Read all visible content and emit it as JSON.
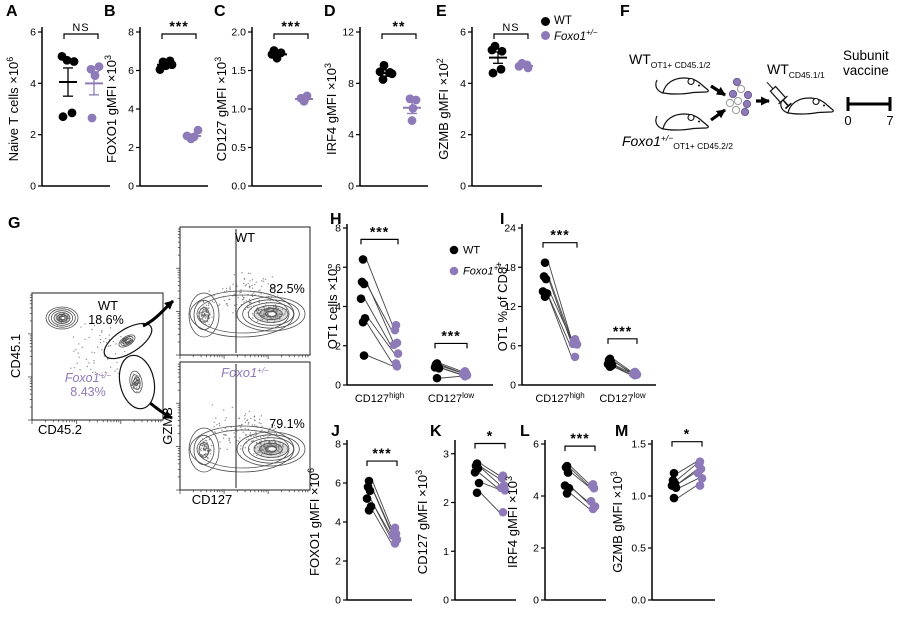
{
  "colors": {
    "purple": "#8e7ab8",
    "black": "#000000",
    "contour": "#4d4d4d",
    "grey_fill": "#969696"
  },
  "legend": {
    "wt": "WT",
    "foxo1": "Foxo1",
    "foxo1_sup": "+/−"
  },
  "panels_scatter": [
    {
      "id": "A",
      "ylabel": "Naive T cells",
      "exp": "6",
      "sig": "NS",
      "ymax": 6,
      "ticks": [
        {
          "v": 0,
          "t": "0"
        },
        {
          "v": 2,
          "t": "2"
        },
        {
          "v": 4,
          "t": "4"
        },
        {
          "v": 6,
          "t": "6"
        }
      ],
      "wt": {
        "v": [
          5.05,
          4.9,
          4.85,
          2.85,
          2.7
        ],
        "dx": [
          -6,
          -1,
          6,
          4,
          -5
        ],
        "mean": 4.05,
        "err": 0.55
      },
      "ko": {
        "v": [
          4.65,
          4.55,
          4.3,
          2.65
        ],
        "dx": [
          5,
          -3,
          1,
          -2
        ],
        "mean": 4.0,
        "err": 0.45
      }
    },
    {
      "id": "B",
      "ylabel": "FOXO1 gMFI",
      "exp": "3",
      "sig": "***",
      "ymax": 8,
      "ticks": [
        {
          "v": 0,
          "t": "0"
        },
        {
          "v": 2,
          "t": "2"
        },
        {
          "v": 4,
          "t": "4"
        },
        {
          "v": 6,
          "t": "6"
        },
        {
          "v": 8,
          "t": "8"
        }
      ],
      "wt": {
        "v": [
          6.5,
          6.45,
          6.3,
          6.25,
          6.05
        ],
        "dx": [
          4,
          -3,
          6,
          0,
          -6
        ],
        "mean": 6.3,
        "err": 0.09
      },
      "ko": {
        "v": [
          2.9,
          2.6,
          2.55,
          2.45
        ],
        "dx": [
          6,
          -5,
          2,
          -1
        ],
        "mean": 2.6,
        "err": 0.1
      }
    },
    {
      "id": "C",
      "ylabel": "CD127 gMFI",
      "exp": "3",
      "sig": "***",
      "ymax": 2.0,
      "ticks": [
        {
          "v": 0,
          "t": "0.0"
        },
        {
          "v": 0.5,
          "t": "0.5"
        },
        {
          "v": 1.0,
          "t": "1.0"
        },
        {
          "v": 1.5,
          "t": "1.5"
        },
        {
          "v": 2.0,
          "t": "2.0"
        }
      ],
      "wt": {
        "v": [
          1.76,
          1.73,
          1.71,
          1.66
        ],
        "dx": [
          -4,
          3,
          -6,
          -1
        ],
        "mean": 1.71,
        "err": 0.025
      },
      "ko": {
        "v": [
          1.17,
          1.14,
          1.1
        ],
        "dx": [
          3,
          -3,
          0
        ],
        "mean": 1.13,
        "err": 0.025
      }
    },
    {
      "id": "D",
      "ylabel": "IRF4 gMFI",
      "exp": "3",
      "sig": "**",
      "ymax": 12,
      "ticks": [
        {
          "v": 0,
          "t": "0"
        },
        {
          "v": 4,
          "t": "4"
        },
        {
          "v": 8,
          "t": "8"
        },
        {
          "v": 12,
          "t": "12"
        }
      ],
      "wt": {
        "v": [
          9.4,
          8.9,
          8.85,
          8.75,
          8.3
        ],
        "dx": [
          -2,
          -6,
          4,
          6,
          -3
        ],
        "mean": 8.8,
        "err": 0.25
      },
      "ko": {
        "v": [
          6.8,
          6.7,
          6.05,
          5.1
        ],
        "dx": [
          -2,
          4,
          1,
          0
        ],
        "mean": 6.1,
        "err": 0.45
      }
    },
    {
      "id": "E",
      "ylabel": "GZMB gMFI",
      "exp": "2",
      "sig": "NS",
      "ymax": 6,
      "ticks": [
        {
          "v": 0,
          "t": "0"
        },
        {
          "v": 2,
          "t": "2"
        },
        {
          "v": 4,
          "t": "4"
        },
        {
          "v": 6,
          "t": "6"
        }
      ],
      "wt": {
        "v": [
          5.45,
          5.3,
          5.25,
          4.55,
          4.4
        ],
        "dx": [
          -3,
          -6,
          4,
          3,
          -5
        ],
        "mean": 5.0,
        "err": 0.22
      },
      "ko": {
        "v": [
          4.78,
          4.72,
          4.66,
          4.6
        ],
        "dx": [
          -2,
          3,
          -5,
          4
        ],
        "mean": 4.68,
        "err": 0.06
      }
    }
  ],
  "panel_f": {
    "id": "F",
    "donor1": {
      "name": "WT",
      "sub": "OT1+ CD45.1/2"
    },
    "donor2": {
      "name": "Foxo1",
      "sup": "+/−",
      "sub": "OT1+ CD45.2/2"
    },
    "recipient": {
      "name": "WT",
      "sub": "CD45.1/1"
    },
    "timeline": {
      "title1": "Subunit",
      "title2": "vaccine",
      "start": "0",
      "end": "7"
    }
  },
  "panel_g": {
    "id": "G",
    "left_plot": {
      "xlabel": "CD45.2",
      "ylabel": "CD45.1",
      "gate_wt": {
        "name": "WT",
        "pct": "18.6%"
      },
      "gate_ko": {
        "name": "Foxo1",
        "sup": "+/−",
        "pct": "8.43%"
      }
    },
    "right_top": {
      "title": "WT",
      "pct": "82.5%"
    },
    "right_bottom": {
      "title": "Foxo1",
      "sup": "+/−",
      "pct": "79.1%"
    },
    "right_xlabel": "CD127",
    "right_ylabel": "GZMB"
  },
  "panels_paired": [
    {
      "id": "H",
      "ylabel": "OT1 cells",
      "exp": "6",
      "ymax": 8,
      "legend": true,
      "ticks": [
        {
          "v": 0,
          "t": "0"
        },
        {
          "v": 2,
          "t": "2"
        },
        {
          "v": 4,
          "t": "4"
        },
        {
          "v": 6,
          "t": "6"
        },
        {
          "v": 8,
          "t": "8"
        }
      ],
      "groups": [
        {
          "cat": "CD127",
          "catsup": "high",
          "sig": "***",
          "pairs": [
            [
              6.4,
              3.05
            ],
            [
              5.25,
              2.8
            ],
            [
              5.15,
              2.15
            ],
            [
              4.4,
              2.05
            ],
            [
              3.4,
              1.6
            ],
            [
              3.2,
              1.1
            ],
            [
              1.5,
              0.95
            ]
          ]
        },
        {
          "cat": "CD127",
          "catsup": "low",
          "sig": "***",
          "pairs": [
            [
              1.1,
              0.7
            ],
            [
              1.05,
              0.65
            ],
            [
              0.95,
              0.6
            ],
            [
              0.9,
              0.55
            ],
            [
              0.85,
              0.5
            ],
            [
              0.35,
              0.45
            ]
          ]
        }
      ]
    },
    {
      "id": "I",
      "ylabel": "OT1 % of CD8",
      "labelsup": "+",
      "ymax": 24,
      "legend": false,
      "ticks": [
        {
          "v": 0,
          "t": "0"
        },
        {
          "v": 6,
          "t": "6"
        },
        {
          "v": 12,
          "t": "12"
        },
        {
          "v": 18,
          "t": "18"
        },
        {
          "v": 24,
          "t": "24"
        }
      ],
      "groups": [
        {
          "cat": "CD127",
          "catsup": "high",
          "sig": "***",
          "pairs": [
            [
              18.7,
              7.0
            ],
            [
              16.6,
              6.8
            ],
            [
              16.2,
              6.5
            ],
            [
              14.3,
              6.3
            ],
            [
              14.0,
              6.2
            ],
            [
              13.5,
              4.3
            ]
          ]
        },
        {
          "cat": "CD127",
          "catsup": "low",
          "sig": "***",
          "pairs": [
            [
              4.0,
              2.0
            ],
            [
              3.8,
              1.9
            ],
            [
              3.5,
              1.8
            ],
            [
              3.2,
              1.7
            ],
            [
              3.0,
              1.6
            ],
            [
              2.8,
              1.5
            ]
          ]
        }
      ]
    },
    {
      "id": "J",
      "ylabel": "FOXO1 gMFI",
      "exp": "6",
      "ymax": 8,
      "legend": false,
      "ticks": [
        {
          "v": 0,
          "t": "0"
        },
        {
          "v": 2,
          "t": "2"
        },
        {
          "v": 4,
          "t": "4"
        },
        {
          "v": 6,
          "t": "6"
        },
        {
          "v": 8,
          "t": "8"
        }
      ],
      "groups": [
        {
          "sig": "***",
          "pairs": [
            [
              6.1,
              3.7
            ],
            [
              5.8,
              3.55
            ],
            [
              5.6,
              3.4
            ],
            [
              5.2,
              3.3
            ],
            [
              4.8,
              3.1
            ],
            [
              4.6,
              2.9
            ]
          ]
        }
      ]
    },
    {
      "id": "K",
      "ylabel": "CD127 gMFI",
      "exp": "3",
      "ymax": 3.2,
      "legend": false,
      "ticks": [
        {
          "v": 0,
          "t": "0"
        },
        {
          "v": 1,
          "t": "1"
        },
        {
          "v": 2,
          "t": "2"
        },
        {
          "v": 3,
          "t": "3"
        }
      ],
      "groups": [
        {
          "sig": "*",
          "pairs": [
            [
              2.8,
              2.55
            ],
            [
              2.75,
              2.5
            ],
            [
              2.7,
              2.35
            ],
            [
              2.62,
              2.3
            ],
            [
              2.4,
              2.25
            ],
            [
              2.2,
              1.8
            ]
          ]
        }
      ]
    },
    {
      "id": "L",
      "ylabel": "IRF4 gMFI",
      "exp": "3",
      "ymax": 6,
      "legend": false,
      "ticks": [
        {
          "v": 0,
          "t": "0"
        },
        {
          "v": 2,
          "t": "2"
        },
        {
          "v": 4,
          "t": "4"
        },
        {
          "v": 6,
          "t": "6"
        }
      ],
      "groups": [
        {
          "sig": "***",
          "pairs": [
            [
              5.15,
              4.45
            ],
            [
              5.1,
              4.4
            ],
            [
              4.9,
              4.3
            ],
            [
              4.4,
              3.8
            ],
            [
              4.3,
              3.6
            ],
            [
              4.1,
              3.5
            ]
          ]
        }
      ]
    },
    {
      "id": "M",
      "ylabel": "GZMB gMFI",
      "exp": "3",
      "ymax": 1.5,
      "legend": false,
      "ticks": [
        {
          "v": 0,
          "t": "0.0"
        },
        {
          "v": 0.5,
          "t": "0.5"
        },
        {
          "v": 1.0,
          "t": "1.0"
        },
        {
          "v": 1.5,
          "t": "1.5"
        }
      ],
      "groups": [
        {
          "sig": "*",
          "pairs": [
            [
              1.22,
              1.33
            ],
            [
              1.15,
              1.3
            ],
            [
              1.12,
              1.26
            ],
            [
              1.1,
              1.22
            ],
            [
              1.08,
              1.17
            ],
            [
              0.98,
              1.1
            ]
          ]
        }
      ]
    }
  ]
}
